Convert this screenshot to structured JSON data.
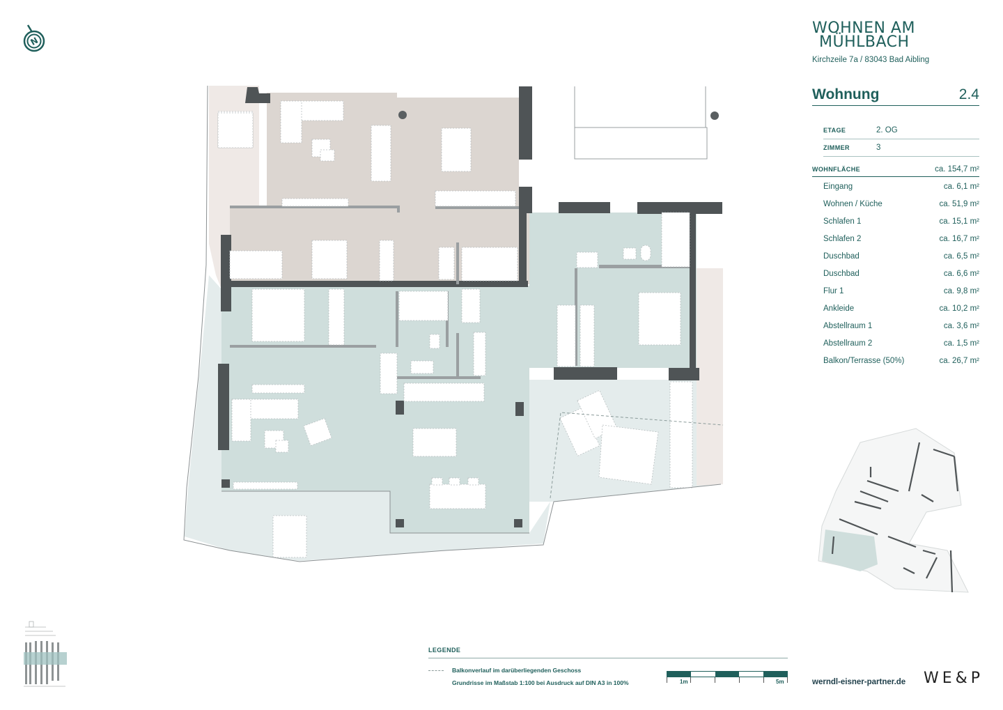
{
  "header": {
    "brand_line1": "WOHNEN AM",
    "brand_line2": "MÜHLBACH",
    "address": "Kirchzeile 7a / 83043 Bad Aibling",
    "icons": {
      "compass": "north-compass-icon"
    }
  },
  "unit": {
    "title": "Wohnung",
    "number": "2.4",
    "meta": [
      {
        "key": "ETAGE",
        "value": "2. OG"
      },
      {
        "key": "ZIMMER",
        "value": "3"
      }
    ],
    "total_label": "WOHNFLÄCHE",
    "total_value": "ca. 154,7 m²",
    "rooms": [
      {
        "name": "Eingang",
        "area": "ca. 6,1 m²"
      },
      {
        "name": "Wohnen / Küche",
        "area": "ca. 51,9 m²"
      },
      {
        "name": "Schlafen 1",
        "area": "ca. 15,1 m²"
      },
      {
        "name": "Schlafen 2",
        "area": "ca. 16,7 m²"
      },
      {
        "name": "Duschbad",
        "area": "ca. 6,5 m²"
      },
      {
        "name": "Duschbad",
        "area": "ca. 6,6 m²"
      },
      {
        "name": "Flur 1",
        "area": "ca. 9,8 m²"
      },
      {
        "name": "Ankleide",
        "area": "ca. 10,2 m²"
      },
      {
        "name": "Abstellraum 1",
        "area": "ca. 3,6 m²"
      },
      {
        "name": "Abstellraum 2",
        "area": "ca. 1,5 m²"
      },
      {
        "name": "Balkon/Terrasse (50%)",
        "area": "ca. 26,7 m²"
      }
    ]
  },
  "legend": {
    "heading": "LEGENDE",
    "items": [
      {
        "symbol": "dashed-line",
        "label": "Balkonverlauf im darüberliegenden Geschoss"
      },
      {
        "symbol": "none",
        "label": "Grundrisse im Maßstab 1:100 bei Ausdruck auf DIN A3 in 100%"
      }
    ],
    "scale": {
      "start_label": "1m",
      "end_label": "5m",
      "segments": 5
    }
  },
  "footer": {
    "website": "werndl-eisner-partner.de",
    "logo": "WE&P"
  },
  "colors": {
    "brand": "#1f5f5b",
    "unit_fill": "#cfdedc",
    "neighbor_fill": "#dcd6d1",
    "terrace_fill": "#e4ecec",
    "neighbor_terrace_fill": "#efe9e6",
    "wall": "#4f5456",
    "wall_light": "#8b9092"
  }
}
